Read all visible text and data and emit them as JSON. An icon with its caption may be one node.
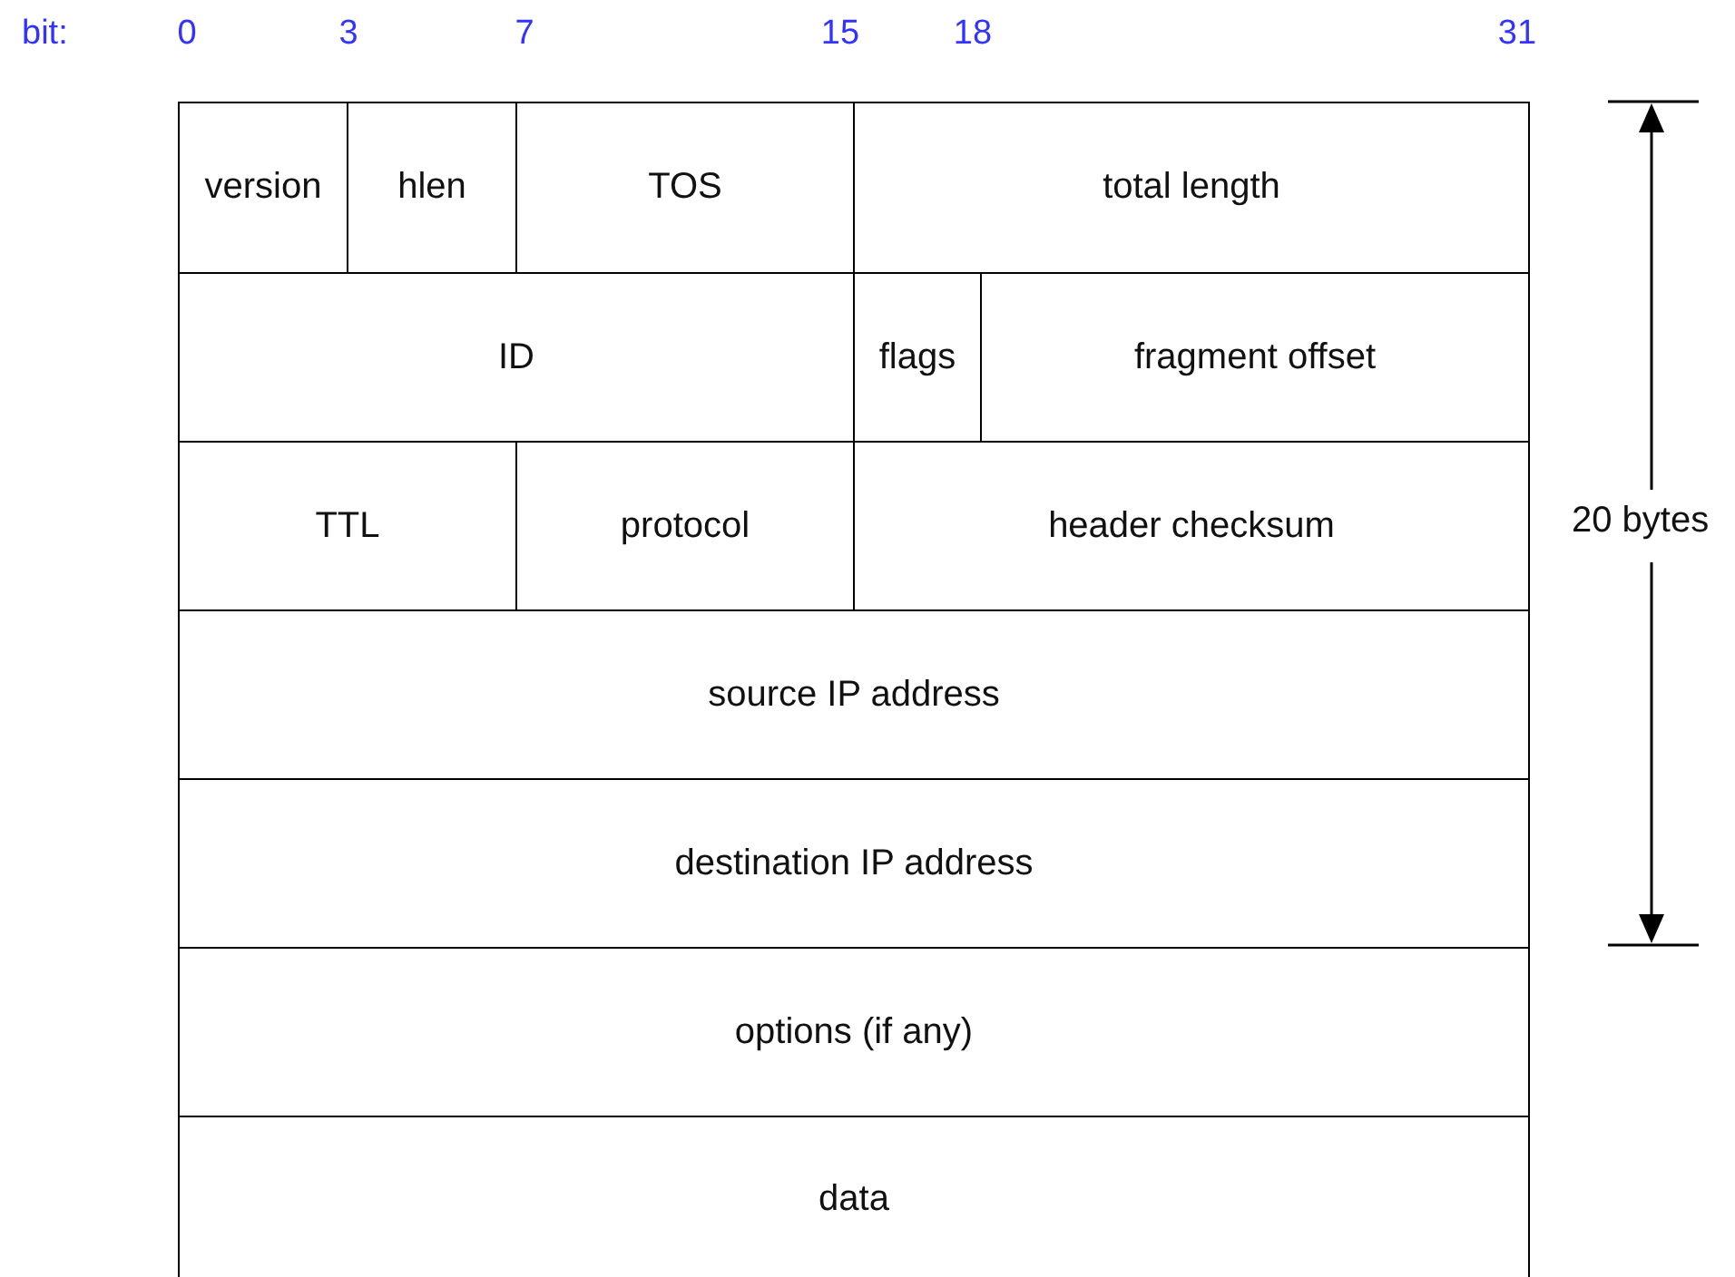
{
  "diagram": {
    "nodes": [
      {
        "text": [
          "version"
        ]
      },
      {
        "text": [
          "hlen"
        ]
      },
      {
        "text": [
          "TOS"
        ]
      },
      {
        "text": [
          "total length"
        ]
      },
      {
        "text": [
          "ID"
        ]
      },
      {
        "text": [
          "flags"
        ]
      },
      {
        "text": [
          "fragment offset"
        ]
      },
      {
        "text": [
          "TTL"
        ]
      },
      {
        "text": [
          "protocol"
        ]
      },
      {
        "text": [
          "header checksum"
        ]
      },
      {
        "text": [
          "source IP address"
        ]
      },
      {
        "text": [
          "destination IP address"
        ]
      },
      {
        "text": [
          "options (if any)"
        ]
      },
      {
        "text": [
          "data"
        ]
      }
    ],
    "labels": [
      "bit:",
      "0",
      "3",
      "7",
      "15",
      "18",
      "31",
      "20 bytes"
    ]
  }
}
